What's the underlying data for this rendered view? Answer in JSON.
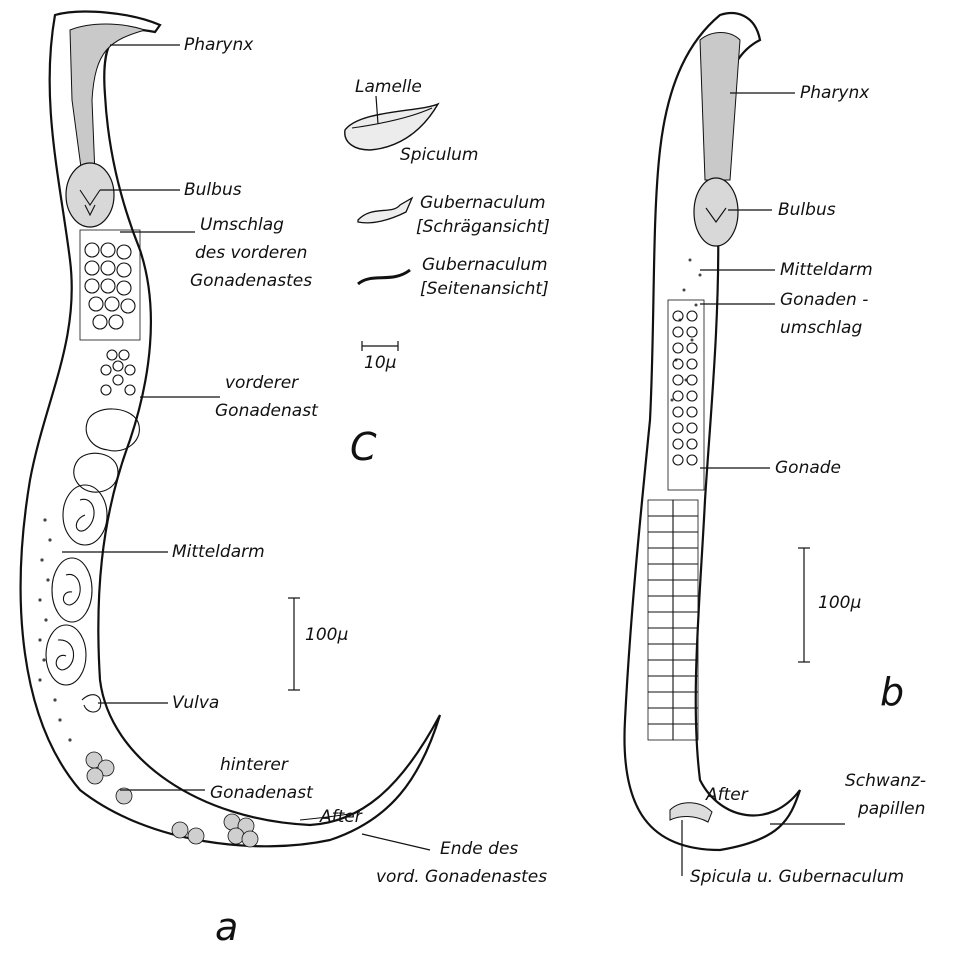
{
  "panel_a": {
    "letter": "a",
    "labels": {
      "pharynx": "Pharynx",
      "bulbus": "Bulbus",
      "umschlag_1": "Umschlag",
      "umschlag_2": "des vorderen",
      "umschlag_3": "Gonadenastes",
      "vorderer_1": "vorderer",
      "vorderer_2": "Gonadenast",
      "mitteldarm": "Mitteldarm",
      "vulva": "Vulva",
      "hinterer_1": "hinterer",
      "hinterer_2": "Gonadenast",
      "after": "After",
      "ende_1": "Ende des",
      "ende_2": "vord. Gonadenastes"
    },
    "scale_label": "100μ"
  },
  "panel_b": {
    "letter": "b",
    "labels": {
      "pharynx": "Pharynx",
      "bulbus": "Bulbus",
      "mitteldarm": "Mitteldarm",
      "gonaden_1": "Gonaden -",
      "gonaden_2": "umschlag",
      "gonade": "Gonade",
      "after": "After",
      "schwanz_1": "Schwanz-",
      "schwanz_2": "papillen",
      "spicula": "Spicula u. Gubernaculum"
    },
    "scale_label": "100μ"
  },
  "panel_c": {
    "letter": "C",
    "labels": {
      "lamelle": "Lamelle",
      "spiculum": "Spiculum",
      "gub1_1": "Gubernaculum",
      "gub1_2": "[Schrägansicht]",
      "gub2_1": "Gubernaculum",
      "gub2_2": "[Seitenansicht]"
    },
    "scale_label": "10μ"
  }
}
